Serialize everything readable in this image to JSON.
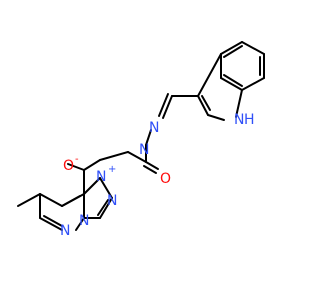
{
  "molecule": {
    "atom_labels": {
      "o_minus": "O",
      "o_minus_charge": "-",
      "n_plus": "N",
      "n_plus_charge": "+",
      "o_carbonyl": "O",
      "nh1": "N",
      "nh2": "N",
      "nh_indole": "N",
      "nh_indole_h": "H",
      "n_pyridazine": "N",
      "n_bridge": "N",
      "n_triazole": "N"
    },
    "colors": {
      "bond": "#000000",
      "nitrogen": "#3050F8",
      "oxygen": "#FF0D0D",
      "background": "#FFFFFF"
    }
  }
}
